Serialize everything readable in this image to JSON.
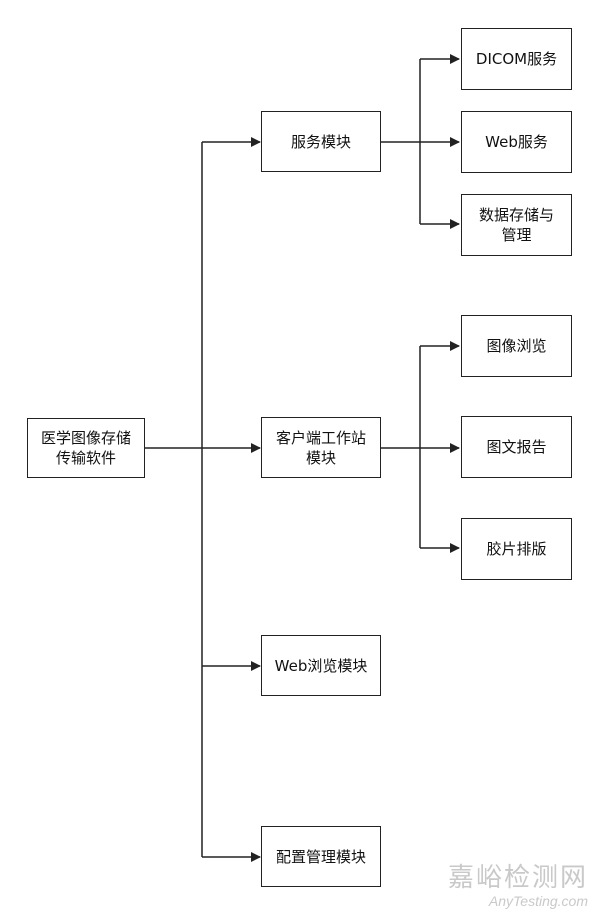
{
  "colors": {
    "line": "#222222",
    "box_border": "#222222",
    "background": "#ffffff",
    "watermark": "#c9c9c9"
  },
  "root": {
    "label": "医学图像存储\n传输软件"
  },
  "modules": [
    {
      "label": "服务模块",
      "children": [
        "DICOM服务",
        "Web服务",
        "数据存储与\n管理"
      ]
    },
    {
      "label": "客户端工作站\n模块",
      "children": [
        "图像浏览",
        "图文报告",
        "胶片排版"
      ]
    },
    {
      "label": "Web浏览模块",
      "children": []
    },
    {
      "label": "配置管理模块",
      "children": []
    }
  ],
  "watermark": {
    "cn": "嘉峪检测网",
    "en": "AnyTesting.com"
  }
}
